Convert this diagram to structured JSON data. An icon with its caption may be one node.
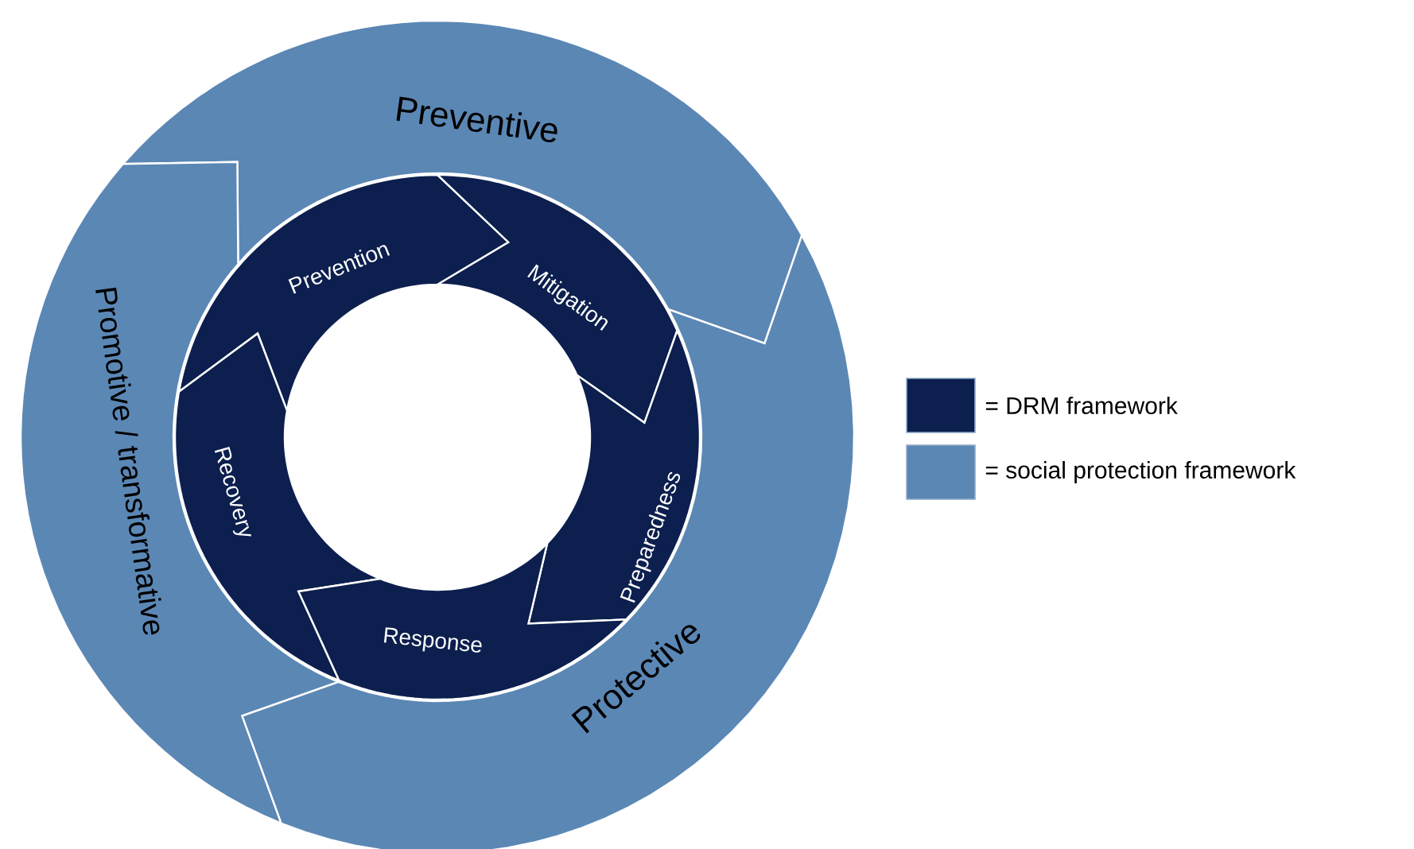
{
  "diagram": {
    "nodes": [
      {
        "text": [
          "Preventive"
        ]
      },
      {
        "text": [
          "Promotive / transformative"
        ]
      },
      {
        "text": [
          "Protective"
        ]
      },
      {
        "text": [
          "Prevention"
        ]
      },
      {
        "text": [
          "Mitigation"
        ]
      },
      {
        "text": [
          "Recovery"
        ]
      },
      {
        "text": [
          "Preparedness"
        ]
      },
      {
        "text": [
          "Response"
        ]
      }
    ],
    "legend": [
      {
        "text": "= DRM framework",
        "color": "#0c1f4e"
      },
      {
        "text": "= social protection framework",
        "color": "#5b87b5"
      }
    ]
  }
}
